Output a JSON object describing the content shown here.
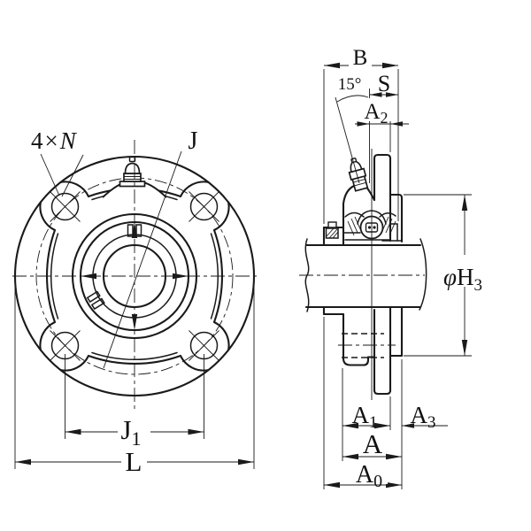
{
  "drawing": {
    "front_view": {
      "labels": {
        "bolt_note": {
          "count": "4",
          "times": "×",
          "symbol": "N"
        },
        "bolt_circle": "J",
        "bolt_spacing": {
          "base": "J",
          "sub": "1"
        },
        "outer_diameter": "L"
      }
    },
    "side_view": {
      "labels": {
        "width_b": "B",
        "grease_angle": "15°",
        "s_dim": "S",
        "a2": {
          "base": "A",
          "sub": "2"
        },
        "h3": {
          "prefix": "φ",
          "base": "H",
          "sub": "3"
        },
        "a1": {
          "base": "A",
          "sub": "1"
        },
        "a3": {
          "base": "A",
          "sub": "3"
        },
        "a_dim": "A",
        "a0": {
          "base": "A",
          "sub": "0"
        }
      }
    },
    "colors": {
      "line": "#1a1a1a",
      "background": "#ffffff"
    }
  }
}
